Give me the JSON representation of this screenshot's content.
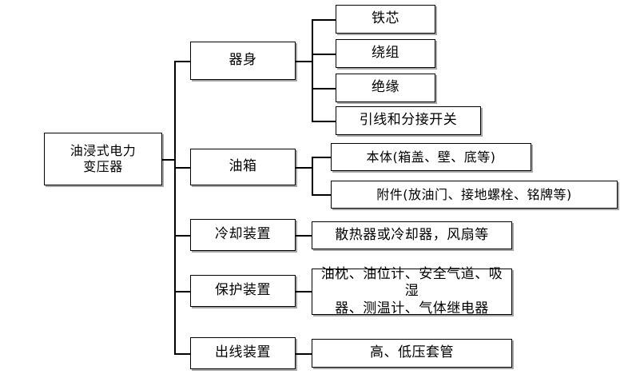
{
  "diagram": {
    "title": "油浸式电力变压器结构组成图",
    "type": "tree-diagram",
    "orientation": "left-to-right",
    "root": {
      "id": "root",
      "label": "油浸式电力\n变压器"
    },
    "level2": [
      {
        "id": "qishen",
        "label": "器身"
      },
      {
        "id": "youxiang",
        "label": "油箱"
      },
      {
        "id": "lengque",
        "label": "冷却装置"
      },
      {
        "id": "baohu",
        "label": "保护装置"
      },
      {
        "id": "chuxian",
        "label": "出线装置"
      }
    ],
    "level3": {
      "qishen": [
        {
          "id": "tiexin",
          "label": "铁芯"
        },
        {
          "id": "raozu",
          "label": "绕组"
        },
        {
          "id": "jueyuan",
          "label": "绝缘"
        },
        {
          "id": "yinxian",
          "label": "引线和分接开关"
        }
      ],
      "youxiang": [
        {
          "id": "benti",
          "label": "本体(箱盖、壁、底等)"
        },
        {
          "id": "fujian",
          "label": "附件(放油门、接地螺栓、铭牌等)"
        }
      ],
      "lengque": [
        {
          "id": "sanreqi",
          "label": "散热器或冷却器，风扇等"
        }
      ],
      "baohu": [
        {
          "id": "youzhen",
          "label": "油枕、油位计、安全气道、吸湿\n器、测温计、气体继电器"
        }
      ],
      "chuxian": [
        {
          "id": "taoguan",
          "label": "高、低压套管"
        }
      ]
    },
    "colors": {
      "stroke": "#000000",
      "fill": "#ffffff",
      "text": "#000000"
    }
  }
}
